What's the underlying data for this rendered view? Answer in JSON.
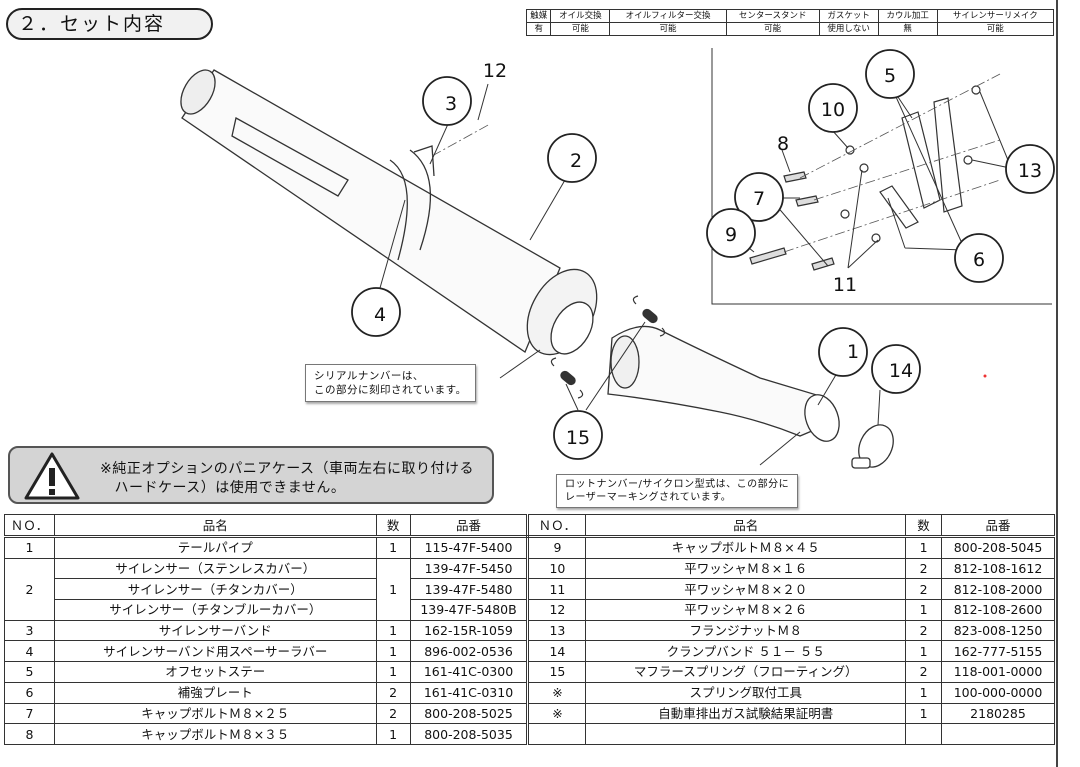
{
  "section_title": "２．セット内容",
  "info_table": {
    "headers": [
      "触媒",
      "オイル交換",
      "オイルフィルター交換",
      "センタースタンド",
      "ガスケット",
      "カウル加工",
      "サイレンサーリメイク"
    ],
    "values": [
      "有",
      "可能",
      "可能",
      "可能",
      "使用しない",
      "無",
      "可能"
    ]
  },
  "callouts": {
    "serial": [
      "シリアルナンバーは、",
      "この部分に刻印されています。"
    ],
    "lot": [
      "ロットナンバー/サイクロン型式は、この部分に",
      "レーザーマーキングされています。"
    ]
  },
  "warning": [
    "※純正オプションのパニアケース（車両左右に取り付ける",
    "　ハードケース）は使用できません。"
  ],
  "diagram_labels": [
    "1",
    "2",
    "3",
    "4",
    "5",
    "6",
    "7",
    "8",
    "9",
    "10",
    "11",
    "12",
    "13",
    "14",
    "15"
  ],
  "parts_table": {
    "headers": [
      "ＮＯ．",
      "品名",
      "数",
      "品番",
      "ＮＯ．",
      "品名",
      "数",
      "品番"
    ],
    "left": [
      {
        "no": "1",
        "name": "テールパイプ",
        "qty": "1",
        "code": "115-47F-5400"
      },
      {
        "no": "2",
        "name": "サイレンサー（ステンレスカバー）",
        "qty": "1",
        "code": "139-47F-5450"
      },
      {
        "no": "",
        "name": "サイレンサー（チタンカバー）",
        "qty": "",
        "code": "139-47F-5480"
      },
      {
        "no": "",
        "name": "サイレンサー（チタンブルーカバー）",
        "qty": "",
        "code": "139-47F-5480B"
      },
      {
        "no": "3",
        "name": "サイレンサーバンド",
        "qty": "1",
        "code": "162-15R-1059"
      },
      {
        "no": "4",
        "name": "サイレンサーバンド用スペーサーラバー",
        "qty": "1",
        "code": "896-002-0536"
      },
      {
        "no": "5",
        "name": "オフセットステー",
        "qty": "1",
        "code": "161-41C-0300"
      },
      {
        "no": "6",
        "name": "補強プレート",
        "qty": "2",
        "code": "161-41C-0310"
      },
      {
        "no": "7",
        "name": "キャップボルトＭ８×２５",
        "qty": "2",
        "code": "800-208-5025"
      },
      {
        "no": "8",
        "name": "キャップボルトＭ８×３５",
        "qty": "1",
        "code": "800-208-5035"
      }
    ],
    "right": [
      {
        "no": "9",
        "name": "キャップボルトＭ８×４５",
        "qty": "1",
        "code": "800-208-5045"
      },
      {
        "no": "10",
        "name": "平ワッシャＭ８×１６",
        "qty": "2",
        "code": "812-108-1612"
      },
      {
        "no": "11",
        "name": "平ワッシャＭ８×２０",
        "qty": "2",
        "code": "812-108-2000"
      },
      {
        "no": "12",
        "name": "平ワッシャＭ８×２６",
        "qty": "1",
        "code": "812-108-2600"
      },
      {
        "no": "13",
        "name": "フランジナットＭ８",
        "qty": "2",
        "code": "823-008-1250"
      },
      {
        "no": "14",
        "name": "クランプバンド ５１－ ５５",
        "qty": "1",
        "code": "162-777-5155"
      },
      {
        "no": "15",
        "name": "マフラースプリング（フローティング）",
        "qty": "2",
        "code": "118-001-0000"
      },
      {
        "no": "※",
        "name": "スプリング取付工具",
        "qty": "1",
        "code": "100-000-0000"
      },
      {
        "no": "※",
        "name": "自動車排出ガス試験結果証明書",
        "qty": "1",
        "code": "2180285"
      },
      {
        "no": "",
        "name": "",
        "qty": "",
        "code": ""
      }
    ]
  }
}
